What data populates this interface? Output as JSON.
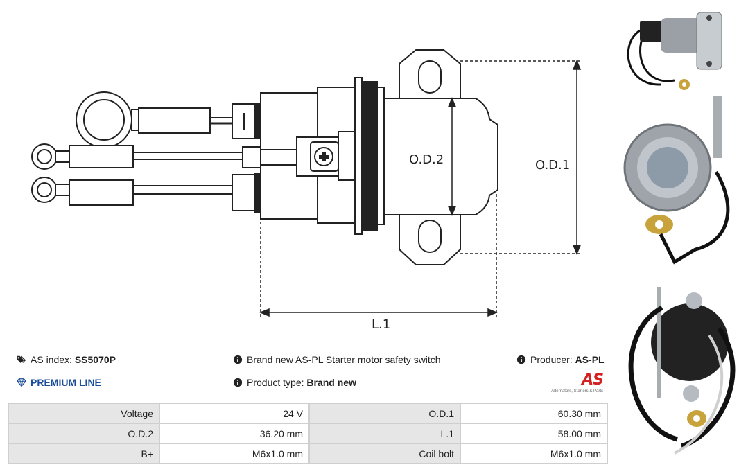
{
  "diagram": {
    "od2_label": "O.D.2",
    "od1_label": "O.D.1",
    "l1_label": "L.1"
  },
  "info": {
    "as_index_label": "AS index:",
    "as_index_value": "SS5070P",
    "premium_label": "PREMIUM LINE",
    "description": "Brand new AS-PL Starter motor safety switch",
    "product_type_label": "Product type:",
    "product_type_value": "Brand new",
    "producer_label": "Producer:",
    "producer_value": "AS-PL"
  },
  "logo": {
    "mark": "AS",
    "tagline": "Alternators, Starters & Parts"
  },
  "specs": [
    {
      "k1": "Voltage",
      "v1": "24 V",
      "k2": "O.D.1",
      "v2": "60.30 mm"
    },
    {
      "k1": "O.D.2",
      "v1": "36.20 mm",
      "k2": "L.1",
      "v2": "58.00 mm"
    },
    {
      "k1": "B+",
      "v1": "M6x1.0 mm",
      "k2": "Coil bolt",
      "v2": "M6x1.0 mm"
    }
  ],
  "icons": {
    "tags": "tags-icon",
    "premium": "diamond-icon",
    "info": "info-icon"
  },
  "colors": {
    "premium": "#1a4e9a",
    "brand_red": "#d32020",
    "table_key_bg": "#e6e6e6",
    "table_border": "#cfcfcf"
  }
}
